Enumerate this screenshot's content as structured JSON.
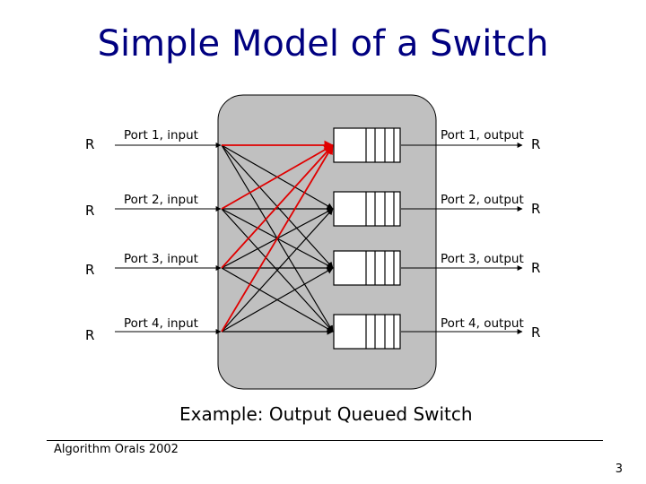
{
  "slide": {
    "title": "Simple Model of a Switch",
    "caption": "Example: Output Queued Switch",
    "footer_left": "Algorithm Orals 2002",
    "page_number": "3"
  },
  "diagram": {
    "router_label": "R",
    "inputs": [
      {
        "label": "Port 1, input"
      },
      {
        "label": "Port 2, input"
      },
      {
        "label": "Port 3, input"
      },
      {
        "label": "Port 4, input"
      }
    ],
    "outputs": [
      {
        "label": "Port 1, output"
      },
      {
        "label": "Port 2, output"
      },
      {
        "label": "Port 3, output"
      },
      {
        "label": "Port 4, output"
      }
    ],
    "highlighted_output_port": 1,
    "colors": {
      "switch_fabric": "#c0c0c0",
      "normal_link": "#000000",
      "highlight_link": "#e00000",
      "title": "#000080"
    }
  }
}
